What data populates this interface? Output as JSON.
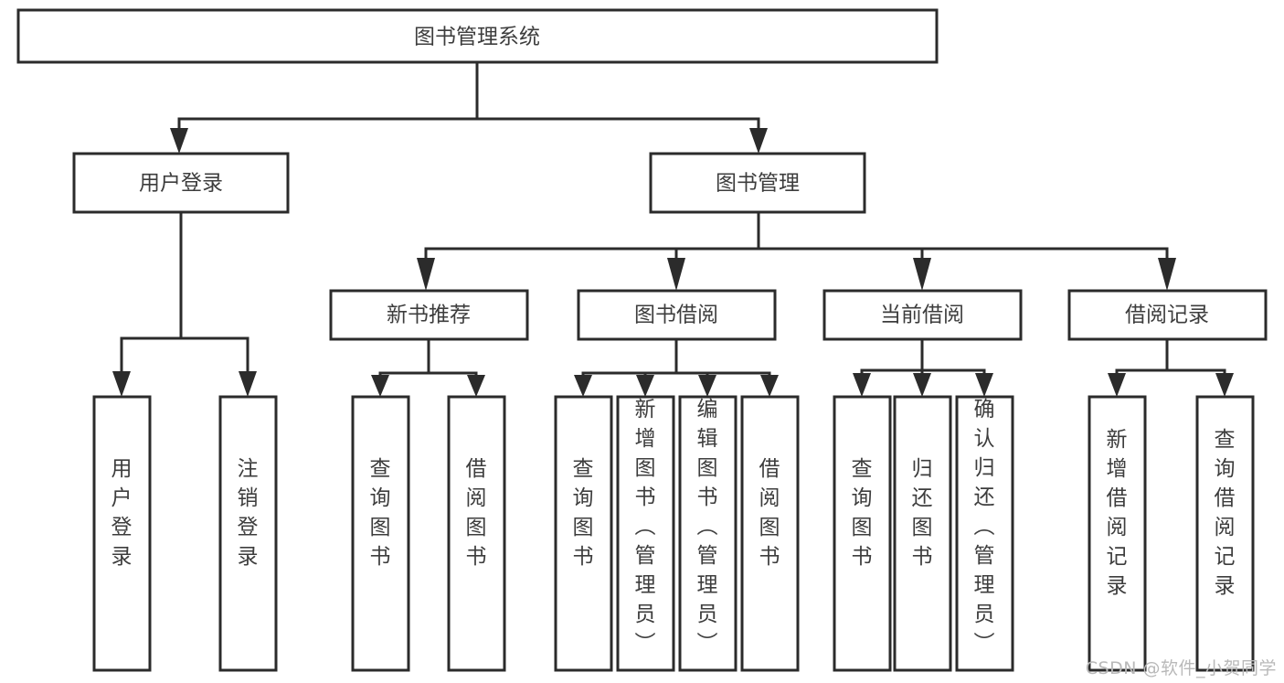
{
  "diagram": {
    "type": "hierarchy-tree",
    "title": "图书管理系统",
    "orientation": "top-down",
    "watermark": "CSDN @软件_小贺同学",
    "colors": {
      "box_stroke": "#2b2b2b",
      "box_fill": "#ffffff",
      "text": "#3d3d3d",
      "connector": "#2b2b2b",
      "watermark": "#b9b9b9",
      "background": "#ffffff"
    },
    "root": {
      "label": "图书管理系统"
    },
    "level1": [
      {
        "label": "用户登录"
      },
      {
        "label": "图书管理"
      }
    ],
    "level2": [
      {
        "label": "新书推荐"
      },
      {
        "label": "图书借阅"
      },
      {
        "label": "当前借阅"
      },
      {
        "label": "借阅记录"
      }
    ],
    "leaves": {
      "user_login": [
        {
          "label": "用户登录"
        },
        {
          "label": "注销登录"
        }
      ],
      "new_book_recommend": [
        {
          "label": "查询图书"
        },
        {
          "label": "借阅图书"
        }
      ],
      "book_borrow": [
        {
          "label": "查询图书"
        },
        {
          "label": "新增图书（管理员）"
        },
        {
          "label": "编辑图书（管理员）"
        },
        {
          "label": "借阅图书"
        }
      ],
      "current_borrow": [
        {
          "label": "查询图书"
        },
        {
          "label": "归还图书"
        },
        {
          "label": "确认归还（管理员）"
        }
      ],
      "borrow_record": [
        {
          "label": "新增借阅记录"
        },
        {
          "label": "查询借阅记录"
        }
      ]
    }
  }
}
